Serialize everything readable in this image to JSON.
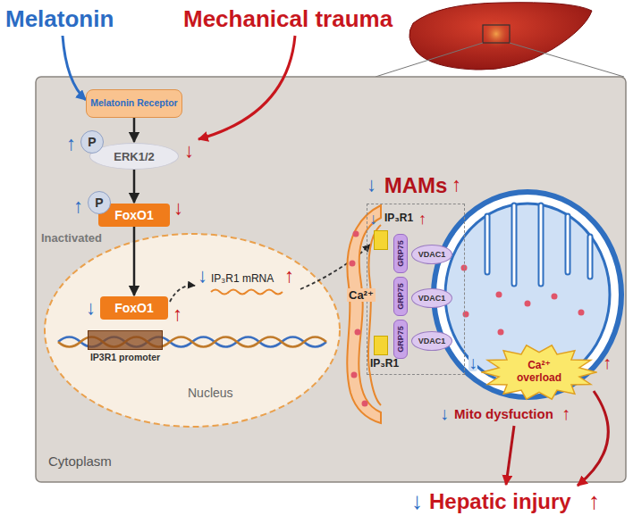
{
  "diagram": {
    "nodes": [
      {
        "text": [
          "Cytoplasm"
        ]
      },
      {
        "text": [
          "Melatonin Receptor"
        ],
        "in": 0
      },
      {
        "text": [
          "ERK1/2"
        ],
        "in": 0
      },
      {
        "text": [
          "P"
        ],
        "in": 0
      },
      {
        "text": [
          "FoxO1"
        ],
        "in": 0
      },
      {
        "text": [
          "P"
        ],
        "in": 0
      },
      {
        "text": [
          "Nucleus"
        ],
        "in": 0
      },
      {
        "text": [
          "FoxO1"
        ],
        "in": 6
      },
      {
        "text": [
          "IP3R1 promoter"
        ],
        "in": 6
      },
      {
        "text": [
          "MAMs"
        ],
        "in": 0
      },
      {
        "text": [
          "IP₃R1"
        ],
        "in": 9
      },
      {
        "text": [
          "GRP75"
        ],
        "in": 9
      },
      {
        "text": [
          "GRP75"
        ],
        "in": 9
      },
      {
        "text": [
          "GRP75"
        ],
        "in": 9
      },
      {
        "text": [
          "VDAC1"
        ],
        "in": 9
      },
      {
        "text": [
          "VDAC1"
        ],
        "in": 9
      },
      {
        "text": [
          "VDAC1"
        ],
        "in": 9
      },
      {
        "text": [
          "IP₃R1"
        ],
        "in": 9
      },
      {
        "text": [
          "Ca²⁺ overload"
        ],
        "in": 0
      }
    ],
    "edges": [
      {
        "from": 1,
        "to": 2,
        "arrow": "to"
      },
      {
        "from": 2,
        "to": 4,
        "arrow": "to"
      },
      {
        "from": 4,
        "to": 7,
        "arrow": "to"
      }
    ],
    "labels": [
      "Melatonin",
      "Mechanical trauma",
      "↑",
      "↓",
      "↑",
      "↓",
      "Inactivated",
      "↓",
      "↑",
      "↓",
      "IP₃R1 mRNA",
      "↑",
      "↓",
      "↑",
      "↓",
      "↑",
      "Ca²⁺",
      "↓",
      "↑",
      "↓",
      "Mito dysfuction",
      "↑",
      "↓",
      "Hepatic injury",
      "↑"
    ]
  }
}
